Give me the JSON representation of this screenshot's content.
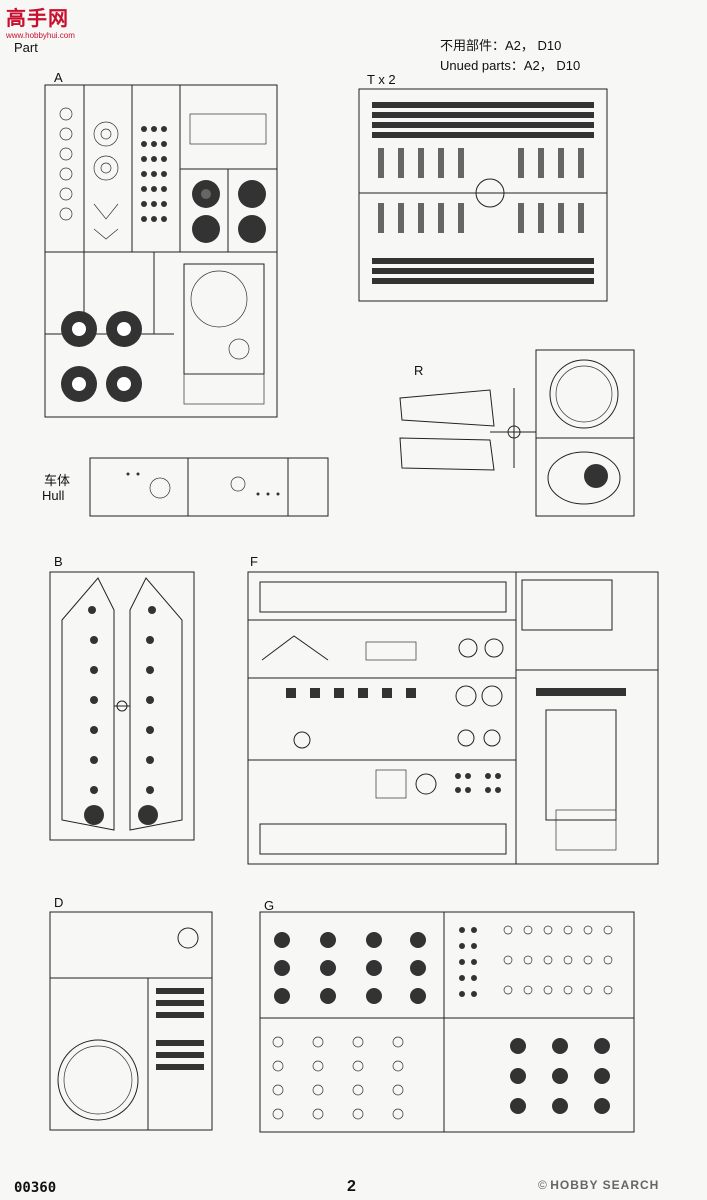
{
  "watermark": {
    "logo_text": "高手网",
    "logo_sub": "www.hobbyhui.com",
    "bottom_right": "HOBBY SEARCH",
    "bottom_left_symbol": "©"
  },
  "header": {
    "part_label": "Part",
    "unused_cn": "不用部件：A2， D10",
    "unused_en": "Unued parts：A2， D10"
  },
  "sprues": {
    "A": "A",
    "T": "T x 2",
    "R": "R",
    "hull_cn": "车体",
    "hull_en": "Hull",
    "B": "B",
    "F": "F",
    "D": "D",
    "G": "G"
  },
  "footer": {
    "code": "00360",
    "page": "2"
  }
}
